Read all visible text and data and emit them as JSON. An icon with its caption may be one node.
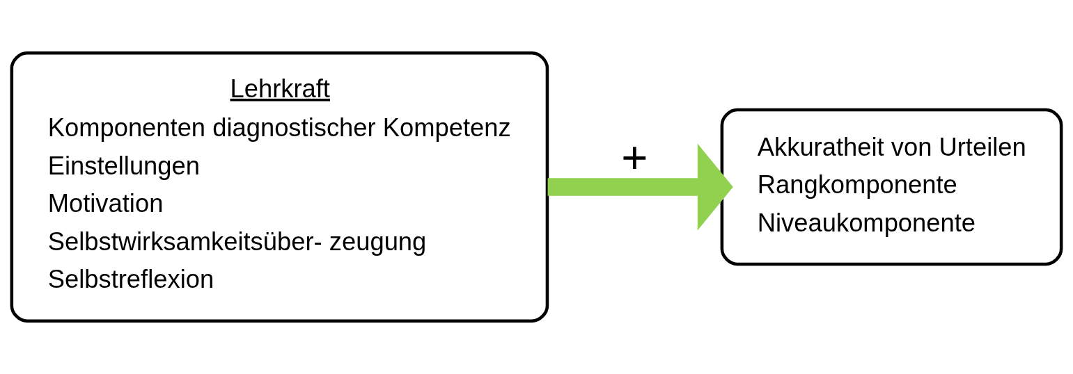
{
  "diagram": {
    "nodes": [
      {
        "text": [
          "Lehrkraft",
          "Komponenten diagnostischer Kompetenz",
          "Einstellungen",
          "Motivation",
          "Selbstwirksamkeitsüber- zeugung",
          "Selbstreflexion"
        ]
      },
      {
        "text": [
          "Akkuratheit von Urteilen",
          "Rangkomponente",
          "Niveaukomponente"
        ]
      }
    ],
    "edges": [
      {
        "from": 0,
        "to": 1,
        "arrow": "to",
        "label": "+",
        "color": "#92d050"
      }
    ]
  }
}
